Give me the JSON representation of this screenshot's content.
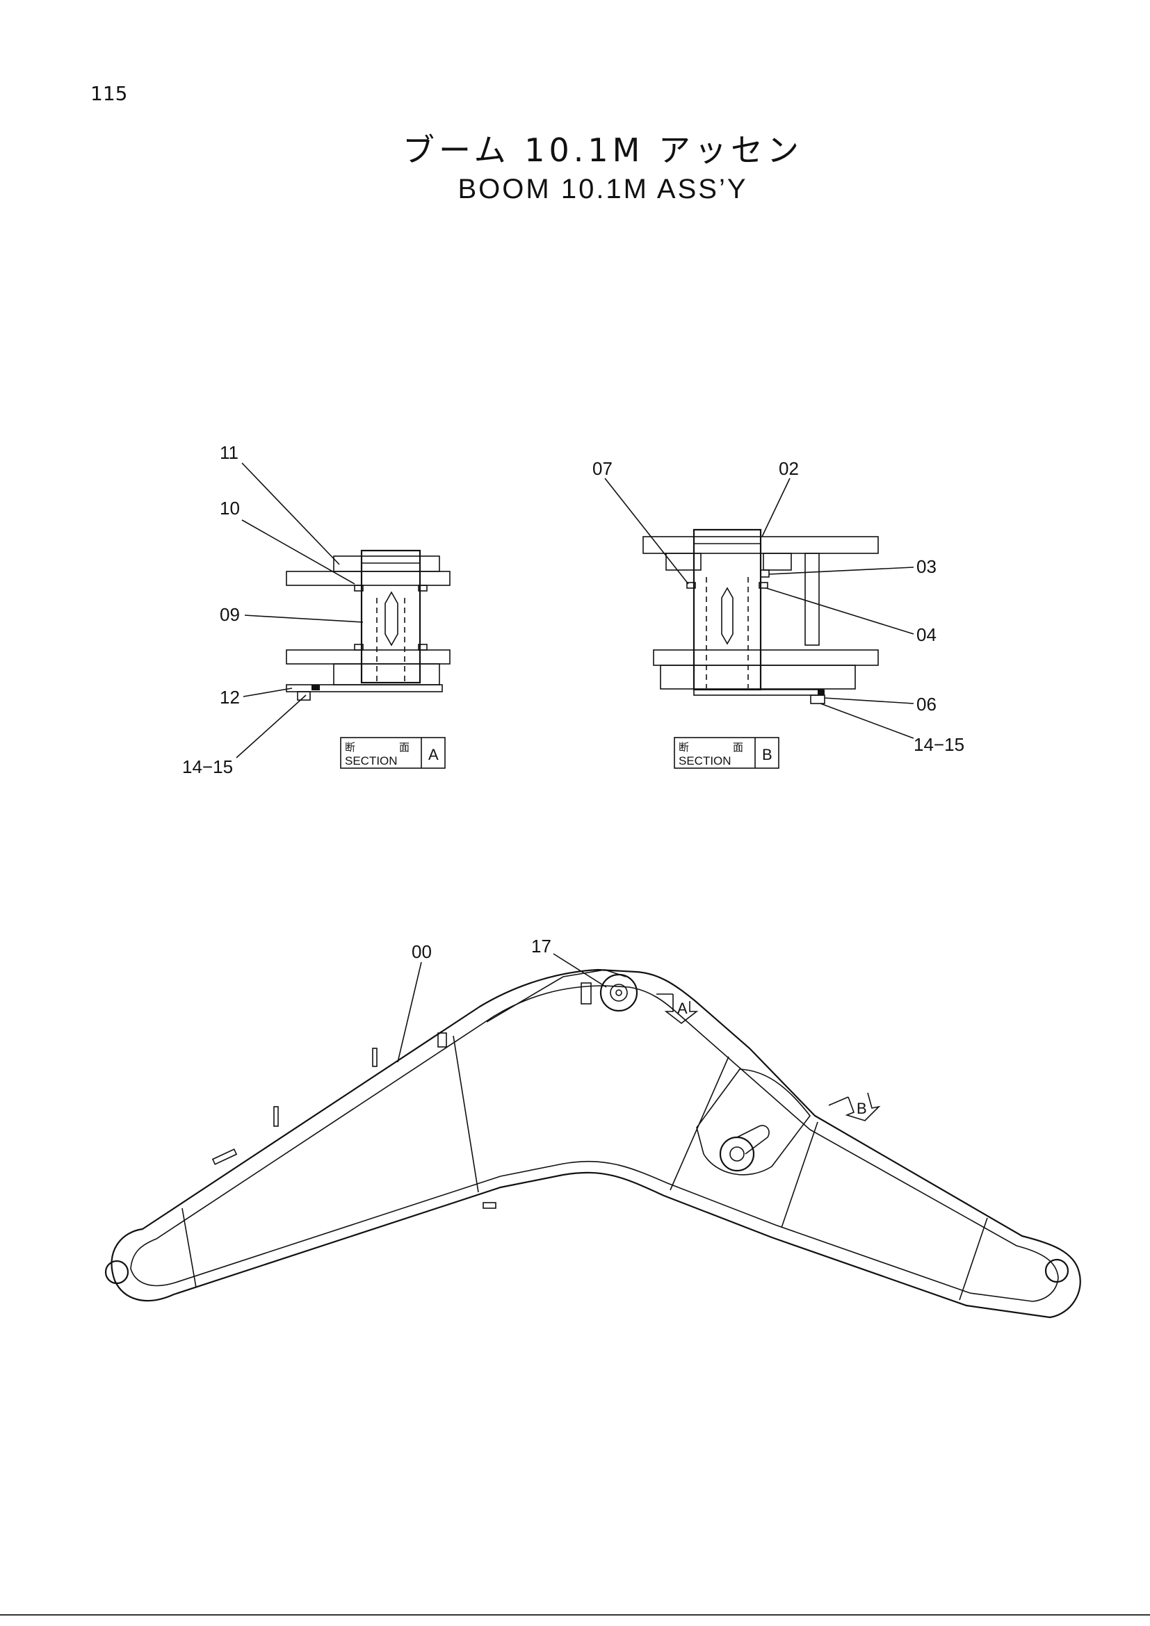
{
  "page_number": "115",
  "title_jp": "ブーム 10.1M アッセン",
  "title_en": "BOOM  10.1M  ASS’Y",
  "section_a": {
    "kanji_left": "断",
    "kanji_right": "面",
    "word": "SECTION",
    "letter": "A",
    "labels": {
      "p11": "11",
      "p10": "10",
      "p09": "09",
      "p12": "12",
      "p14_15": "14−15"
    }
  },
  "section_b": {
    "kanji_left": "断",
    "kanji_right": "面",
    "word": "SECTION",
    "letter": "B",
    "labels": {
      "p07": "07",
      "p02": "02",
      "p03": "03",
      "p04": "04",
      "p06": "06",
      "p14_15": "14−15"
    }
  },
  "boom": {
    "labels": {
      "p00": "00",
      "p17": "17"
    },
    "view_marker_a": "A",
    "view_marker_b": "B"
  }
}
